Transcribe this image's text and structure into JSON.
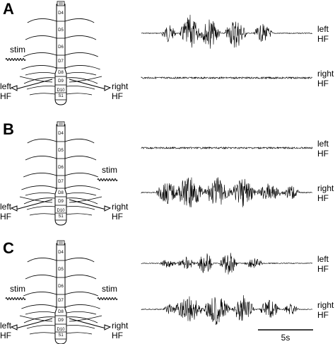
{
  "panels": [
    {
      "letter": "A",
      "stim_side": [
        "left"
      ]
    },
    {
      "letter": "B",
      "stim_side": [
        "right"
      ]
    },
    {
      "letter": "C",
      "stim_side": [
        "left",
        "right"
      ]
    }
  ],
  "segments": [
    "D4",
    "D5",
    "D6",
    "D7",
    "D8",
    "D9",
    "D10",
    "S1"
  ],
  "labels": {
    "stim": "stim",
    "left": "left",
    "right": "right",
    "hf": "HF",
    "scale": "5s"
  },
  "traces": {
    "A": {
      "left": "bursting",
      "right": "flat"
    },
    "B": {
      "left": "flat",
      "right": "bursting"
    },
    "C": {
      "left": "bursting",
      "right": "bursting"
    }
  }
}
